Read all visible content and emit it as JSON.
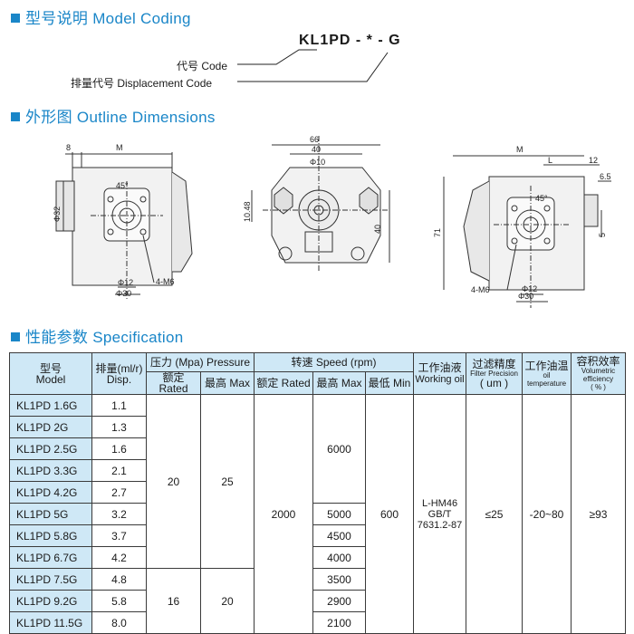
{
  "model_coding": {
    "heading": "型号说明 Model Coding",
    "code_string": "KL1PD - * - G",
    "code_label": "代号 Code",
    "displacement_label": "排量代号 Displacement Code"
  },
  "outline": {
    "heading": "外形图 Outline Dimensions",
    "dims_left": [
      "8",
      "M",
      "45°",
      "Φ32",
      "Φ12",
      "Φ30",
      "4-M6"
    ],
    "dims_mid": [
      "66",
      "40",
      "Φ10",
      "10.48",
      "40"
    ],
    "dims_right": [
      "M",
      "L",
      "12",
      "6.5",
      "45°",
      "71",
      "5",
      "4-M6",
      "Φ12",
      "Φ30"
    ]
  },
  "spec": {
    "heading": "性能参数 Specification",
    "headers": {
      "model_cn": "型号",
      "model_en": "Model",
      "disp_cn": "排量(ml/r)",
      "disp_en": "Disp.",
      "pressure": "压力 (Mpa) Pressure",
      "rated": "额定 Rated",
      "max": "最高 Max",
      "speed": "转速 Speed (rpm)",
      "speed_rated": "额定 Rated",
      "speed_max": "最高 Max",
      "speed_min": "最低 Min",
      "oil_cn": "工作油液",
      "oil_en": "Working oil",
      "filter_cn": "过滤精度",
      "filter_en": "Filter Precision",
      "filter_unit": "( um )",
      "temp_cn": "工作油温",
      "temp_en1": "oil",
      "temp_en2": "temperature",
      "eff_cn": "容积效率",
      "eff_en1": "Volumetric",
      "eff_en2": "efficiency",
      "eff_unit": "( % )"
    },
    "rows": [
      {
        "model": "KL1PD 1.6G",
        "disp": "1.1"
      },
      {
        "model": "KL1PD 2G",
        "disp": "1.3"
      },
      {
        "model": "KL1PD 2.5G",
        "disp": "1.6"
      },
      {
        "model": "KL1PD 3.3G",
        "disp": "2.1"
      },
      {
        "model": "KL1PD 4.2G",
        "disp": "2.7"
      },
      {
        "model": "KL1PD 5G",
        "disp": "3.2"
      },
      {
        "model": "KL1PD 5.8G",
        "disp": "3.7"
      },
      {
        "model": "KL1PD 6.7G",
        "disp": "4.2"
      },
      {
        "model": "KL1PD 7.5G",
        "disp": "4.8"
      },
      {
        "model": "KL1PD 9.2G",
        "disp": "5.8"
      },
      {
        "model": "KL1PD 11.5G",
        "disp": "8.0"
      }
    ],
    "pressure_groups": [
      {
        "rated": "20",
        "max": "25"
      },
      {
        "rated": "16",
        "max": "20"
      }
    ],
    "speed_rated": "2000",
    "speed_max_values": [
      "6000",
      "5000",
      "4500",
      "4000",
      "3500",
      "2900",
      "2100"
    ],
    "speed_min": "600",
    "oil": [
      "L-HM46",
      "GB/T",
      "7631.2-87"
    ],
    "filter": "≤25",
    "temp": "-20~80",
    "efficiency": "≥93"
  }
}
